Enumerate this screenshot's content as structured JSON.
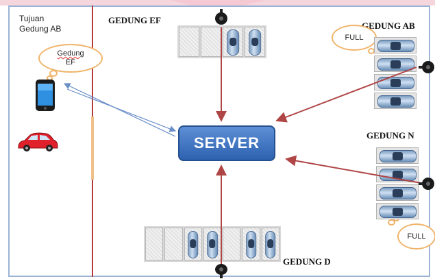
{
  "destination": {
    "line1": "Tujuan",
    "line2": "Gedung AB"
  },
  "phone_bubble": {
    "line1": "Gedung",
    "line2": "EF"
  },
  "server_label": "SERVER",
  "buildings": {
    "ef": "GEDUNG EF",
    "ab": "GEDUNG AB",
    "n": "GEDUNG N",
    "d": "GEDUNG D"
  },
  "full_ab": "FULL",
  "full_n": "FULL",
  "colors": {
    "arrow_red": "#b04545",
    "arrow_blue": "#6a8fc8",
    "server_blue": "#3b6fbf",
    "cloud_border": "#f0b46a",
    "car_red": "#e0202a"
  },
  "icons": [
    "phone-icon",
    "car-icon",
    "camera-icon",
    "parked-car-icon",
    "cloud-bubble"
  ]
}
